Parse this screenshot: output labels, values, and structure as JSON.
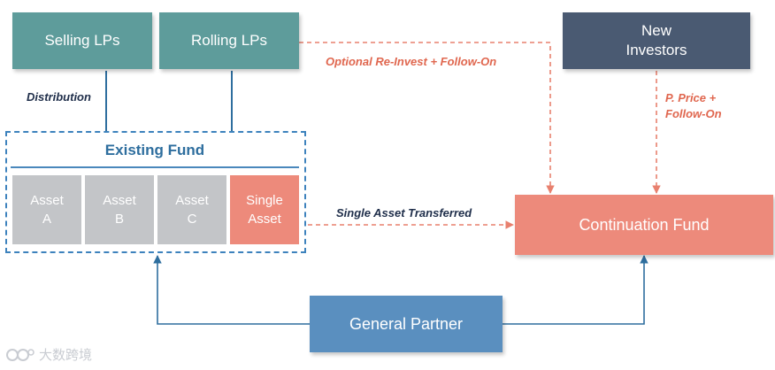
{
  "selling_lps": "Selling LPs",
  "rolling_lps": "Rolling LPs",
  "new_investors": [
    "New",
    "Investors"
  ],
  "existing_fund": "Existing Fund",
  "assets": [
    {
      "line1": "Asset",
      "line2": "A"
    },
    {
      "line1": "Asset",
      "line2": "B"
    },
    {
      "line1": "Asset",
      "line2": "C"
    },
    {
      "line1": "Single",
      "line2": "Asset"
    }
  ],
  "continuation_fund": "Continuation Fund",
  "general_partner": "General Partner",
  "labels": {
    "distribution": "Distribution",
    "reinvest": "Optional Re-Invest + Follow-On",
    "price_followon": [
      "P. Price +",
      "Follow-On"
    ],
    "single_asset_transferred": "Single Asset Transferred"
  },
  "watermark": "大数跨境",
  "colors": {
    "teal": "#5e9c9b",
    "navy": "#4a5a72",
    "salmon": "#ed8a7b",
    "gray": "#c3c5c8",
    "blue": "#5a8fbf",
    "dashed_red": "#e8806e",
    "solid_line": "#2e6e9e"
  }
}
